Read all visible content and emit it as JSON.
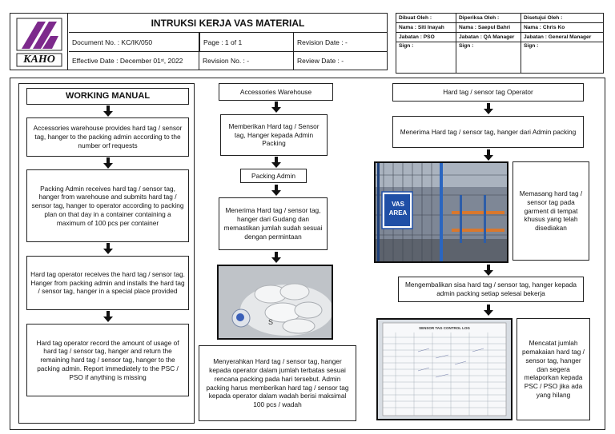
{
  "header": {
    "logo_text": "KAHO",
    "title": "INTRUKSI KERJA VAS MATERIAL",
    "document_no": "Document No. : KC/IK/050",
    "page": "Page : 1 of 1",
    "revision_date": "Revision Date : -",
    "effective_date_prefix": "Effective Date : December 01",
    "effective_date_sup": "st",
    "effective_date_suffix": ", 2022",
    "revision_no": "Revision No. : -",
    "review_date": "Review Date : -"
  },
  "approvals": [
    {
      "role": "Dibuat Oleh :",
      "name": "Nama : Siti Inayah",
      "position": "Jabatan : PSO",
      "sign": "Sign :"
    },
    {
      "role": "Diperiksa Oleh :",
      "name": "Nama : Saepul Bahri",
      "position": "Jabatan : QA Manager",
      "sign": "Sign :"
    },
    {
      "role": "Disetujui Oleh :",
      "name": "Nama : Chris Ko",
      "position": "Jabatan : General Manager",
      "sign": "Sign :"
    }
  ],
  "working_manual": {
    "title": "WORKING MANUAL",
    "steps": [
      "Accessories warehouse provides hard tag / sensor tag, hanger to the packing admin according to the number orf requests",
      "Packing Admin receives hard tag / sensor tag, hanger from warehouse and submits hard tag / sensor tag, hanger to operator according to packing plan on that day in a container containing a maximum of 100 pcs per container",
      "Hard tag operator receives the hard tag / sensor tag. Hanger from packing admin and installs the hard tag / sensor tag, hanger in a special place provided",
      "Hard tag operator record the amount of usage of hard tag / sensor tag, hanger and return the remaining hard tag / sensor tag, hanger to the packing admin. Report immediately to the PSC / PSO if anything is missing"
    ]
  },
  "middle_flow": {
    "warehouse_label": "Accessories Warehouse",
    "warehouse_step": "Memberikan Hard tag / Sensor tag, Hanger kepada Admin Packing",
    "admin_label": "Packing Admin",
    "admin_step": "Menerima Hard tag / sensor tag, hanger dari Gudang dan memastikan jumlah sudah sesuai dengan permintaan",
    "handover_step": "Menyerahkan Hard tag / sensor tag, hanger kepada operator dalam jumlah terbatas sesuai rencana packing pada hari tersebut. Admin packing harus memberikan hard tag / sensor tag kepada operator dalam wadah berisi maksimal 100 pcs / wadah"
  },
  "right_flow": {
    "operator_label": "Hard tag / sensor tag Operator",
    "receive_step": "Menerima Hard tag / sensor tag, hanger dari Admin packing",
    "vas_sign_text": "VAS AREA",
    "install_step": "Memasang hard tag / sensor tag pada garment di tempat khusus yang telah disediakan",
    "return_step": "Mengembalikan sisa hard tag / sensor tag, hanger kepada admin packing setiap selesai bekerja",
    "log_title": "SENSOR TAG CONTROL LOG",
    "record_step": "Mencatat jumlah pemakaian hard tag / sensor tag, hanger dan segera melaporkan kepada PSC / PSO jika ada yang hilang"
  },
  "colors": {
    "logo_purple": "#7d2a8c",
    "vas_sign_blue": "#1f4fa6",
    "rack_orange": "#d9782d"
  }
}
